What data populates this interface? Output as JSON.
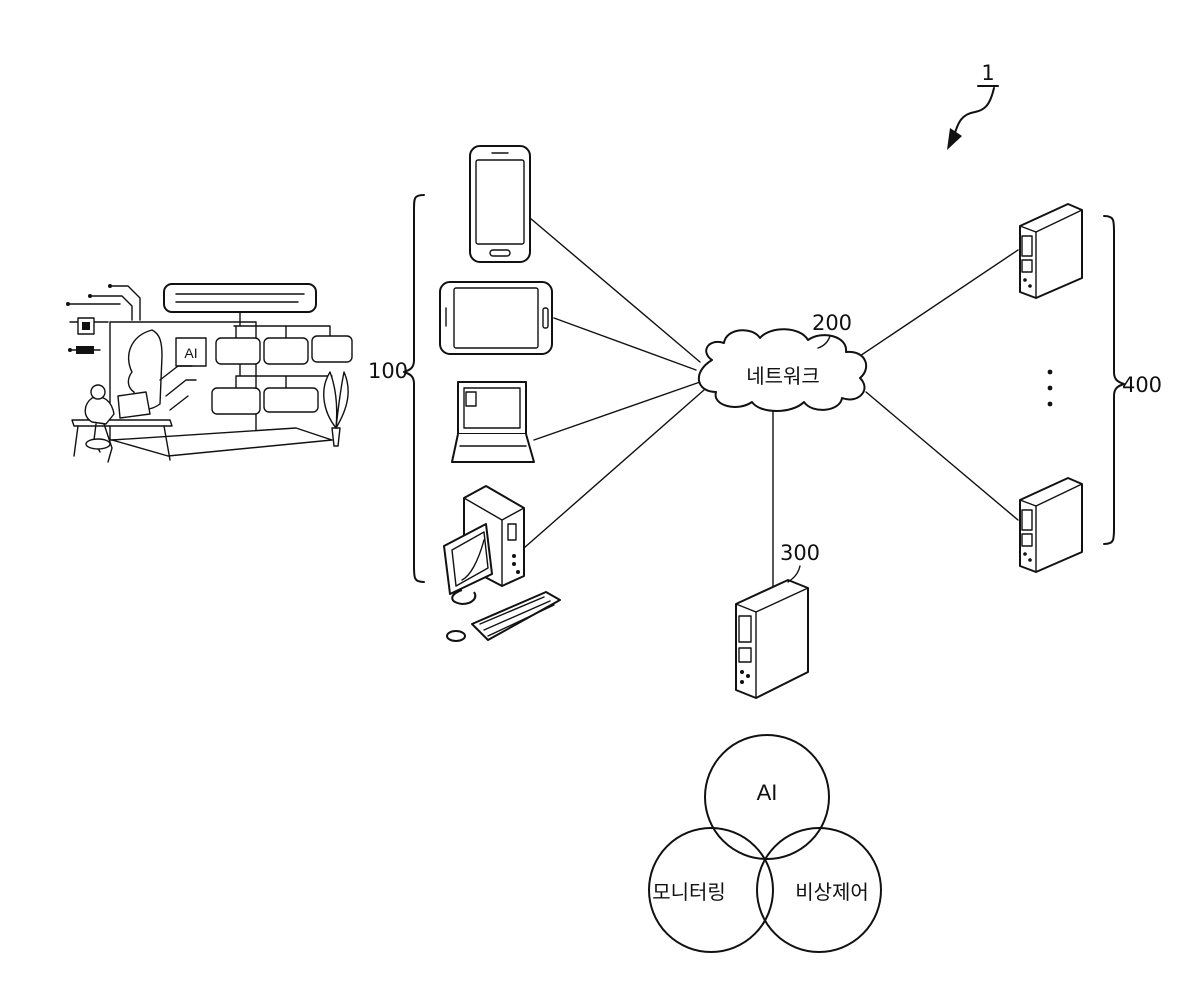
{
  "figure_ref": "1",
  "labels": {
    "terminals": "100",
    "network_ref": "200",
    "server_ref": "300",
    "external_ref": "400"
  },
  "network": {
    "label": "네트워크"
  },
  "ai_panel": {
    "badge": "AI"
  },
  "venn": {
    "top": "AI",
    "left": "모니터링",
    "right": "비상제어"
  },
  "ellipsis": "⋮"
}
